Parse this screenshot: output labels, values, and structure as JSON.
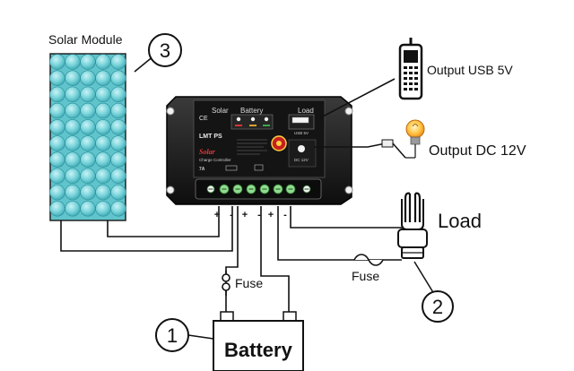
{
  "labels": {
    "solar_module": "Solar Module",
    "output_usb": "Output USB 5V",
    "output_dc": "Output DC 12V",
    "load": "Load",
    "fuse_battery": "Fuse",
    "fuse_load": "Fuse",
    "battery": "Battery"
  },
  "callouts": {
    "solar": "3",
    "load": "2",
    "battery": "1"
  },
  "controller": {
    "solar": "Solar",
    "battery": "Battery",
    "load": "Load",
    "ce_mark": "CE",
    "brand": "LMT PS",
    "title": "Solar",
    "subtitle": "Charge Controller",
    "rating": "7A",
    "usb_label": "USB 5V",
    "dc_label": "DC 12V"
  },
  "polarity": [
    "+",
    "-",
    "+",
    "-",
    "+",
    "-"
  ]
}
